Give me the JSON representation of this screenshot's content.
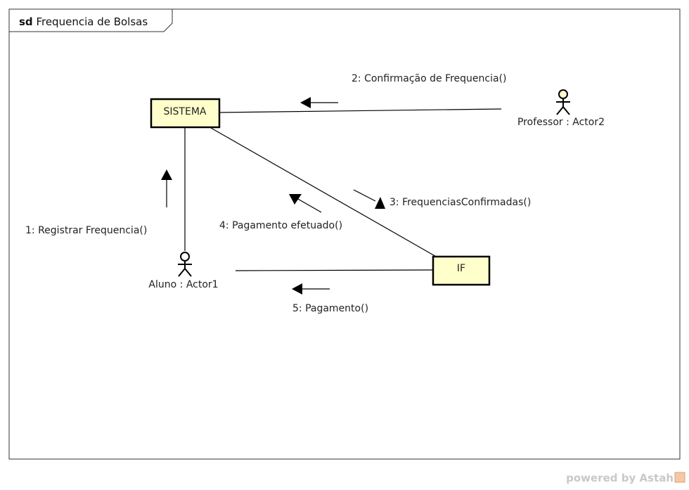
{
  "frame": {
    "keyword": "sd",
    "name": "Frequencia de Bolsas"
  },
  "objects": {
    "sistema": "SISTEMA",
    "if": "IF"
  },
  "actors": {
    "professor": "Professor : Actor2",
    "aluno": "Aluno : Actor1"
  },
  "messages": {
    "m1": "1: Registrar Frequencia()",
    "m2": "2: Confirmação de Frequencia()",
    "m3": "3: FrequenciasConfirmadas()",
    "m4": "4: Pagamento efetuado()",
    "m5": "5: Pagamento()"
  },
  "watermark": "powered by Astah",
  "colors": {
    "box_fill": "#ffffcc",
    "actor_head": "#ffffcc",
    "line": "#000000"
  }
}
